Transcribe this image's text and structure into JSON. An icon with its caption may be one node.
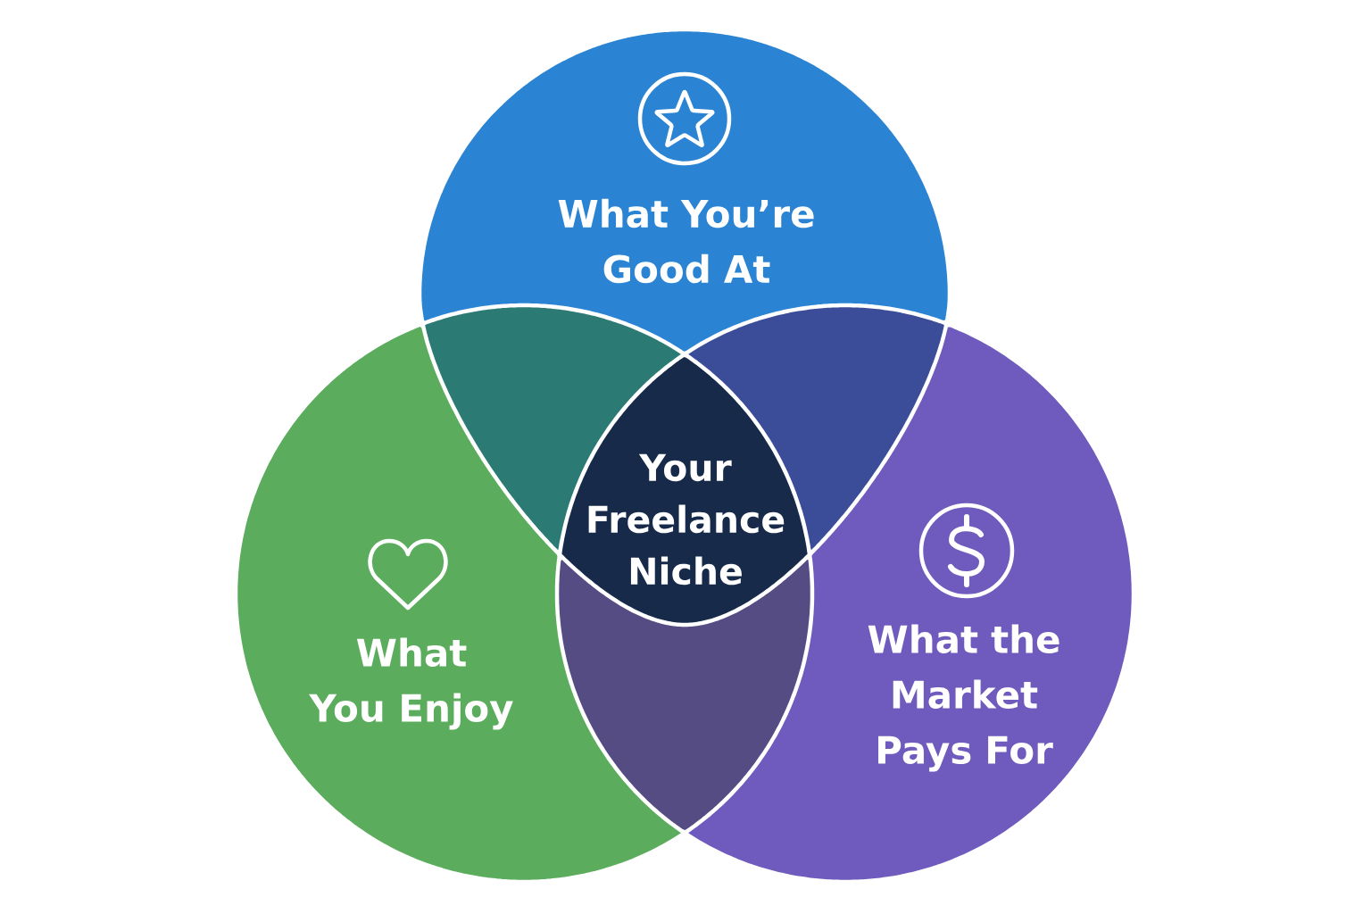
{
  "diagram": {
    "nodes": [
      {
        "text": [
          "What You’re Good At"
        ]
      },
      {
        "text": [
          "What You Enjoy"
        ]
      },
      {
        "text": [
          "What the Market Pays For"
        ]
      },
      {
        "text": [
          "Your Freelance Niche"
        ]
      },
      {
        "text": [],
        "shape": "lens"
      },
      {
        "text": [],
        "shape": "lens"
      },
      {
        "text": [],
        "shape": "lens"
      }
    ]
  }
}
